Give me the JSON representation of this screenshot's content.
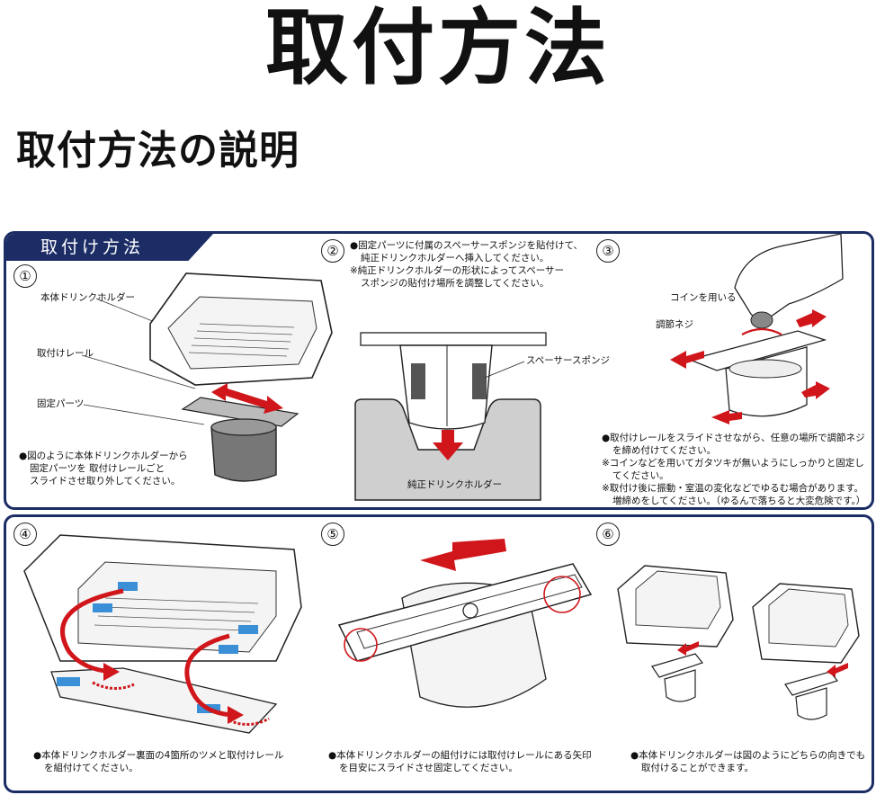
{
  "header": {
    "main_title": "取付方法",
    "sub_title": "取付方法の説明"
  },
  "panel_top": {
    "tab_label": "取付け方法",
    "step1": {
      "number": "①",
      "labels": [
        "本体ドリンクホルダー",
        "取付けレール",
        "固定パーツ"
      ],
      "note": [
        "●図のように本体ドリンクホルダーから",
        "固定パーツを 取付けレールごと",
        "スライドさせ取り外してください。"
      ]
    },
    "step2": {
      "number": "②",
      "note": [
        "●固定パーツに付属のスペーサースポンジを貼付けて、",
        "純正ドリンクホルダーへ挿入してください。",
        "※純正ドリンクホルダーの形状によってスペーサー",
        "スポンジの貼付け場所を調整してください。"
      ],
      "label_sponge": "スペーサースポンジ",
      "label_holder": "純正ドリンクホルダー"
    },
    "step3": {
      "number": "③",
      "label_coin": "コインを用いる",
      "label_screw": "調節ネジ",
      "note": [
        "●取付けレールをスライドさせながら、任意の場所で調節ネジ",
        "を締め付けてください。",
        "※コインなどを用いてガタツキが無いようにしっかりと固定し",
        "てください。",
        "※取付け後に振動・室温の変化などでゆるむ場合があります。",
        "増締めをしてください。（ゆるんで落ちると大変危険です。）"
      ]
    }
  },
  "panel_bottom": {
    "step4": {
      "number": "④",
      "note": [
        "●本体ドリンクホルダー裏面の4箇所のツメと取付けレール",
        "を組付けてください。"
      ]
    },
    "step5": {
      "number": "⑤",
      "note": [
        "●本体ドリンクホルダーの組付けには取付けレールにある矢印",
        "を目安にスライドさせ固定してください。"
      ]
    },
    "step6": {
      "number": "⑥",
      "note": [
        "●本体ドリンクホルダーは図のようにどちらの向きでも",
        "取付けることができます。"
      ]
    }
  },
  "colors": {
    "navy": "#1c2d66",
    "arrow_red": "#d0161b",
    "clip_blue": "#3a8fd6",
    "sponge_gray": "#555555",
    "holder_gray": "#cfcfcf"
  }
}
